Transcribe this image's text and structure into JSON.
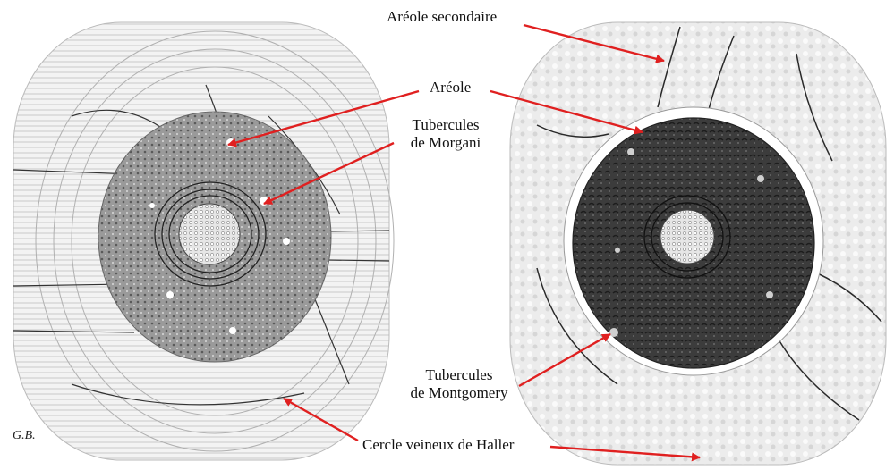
{
  "labels": {
    "areole_secondaire": "Aréole secondaire",
    "areole": "Aréole",
    "tubercules_morgani_line1": "Tubercules",
    "tubercules_morgani_line2": "de Morgani",
    "tubercules_montgomery_line1": "Tubercules",
    "tubercules_montgomery_line2": "de Montgomery",
    "cercle_veineux": "Cercle veineux de Haller"
  },
  "signature": "G.B.",
  "colors": {
    "arrow": "#e02020",
    "ink": "#1a1a1a",
    "paper": "#ffffff"
  }
}
